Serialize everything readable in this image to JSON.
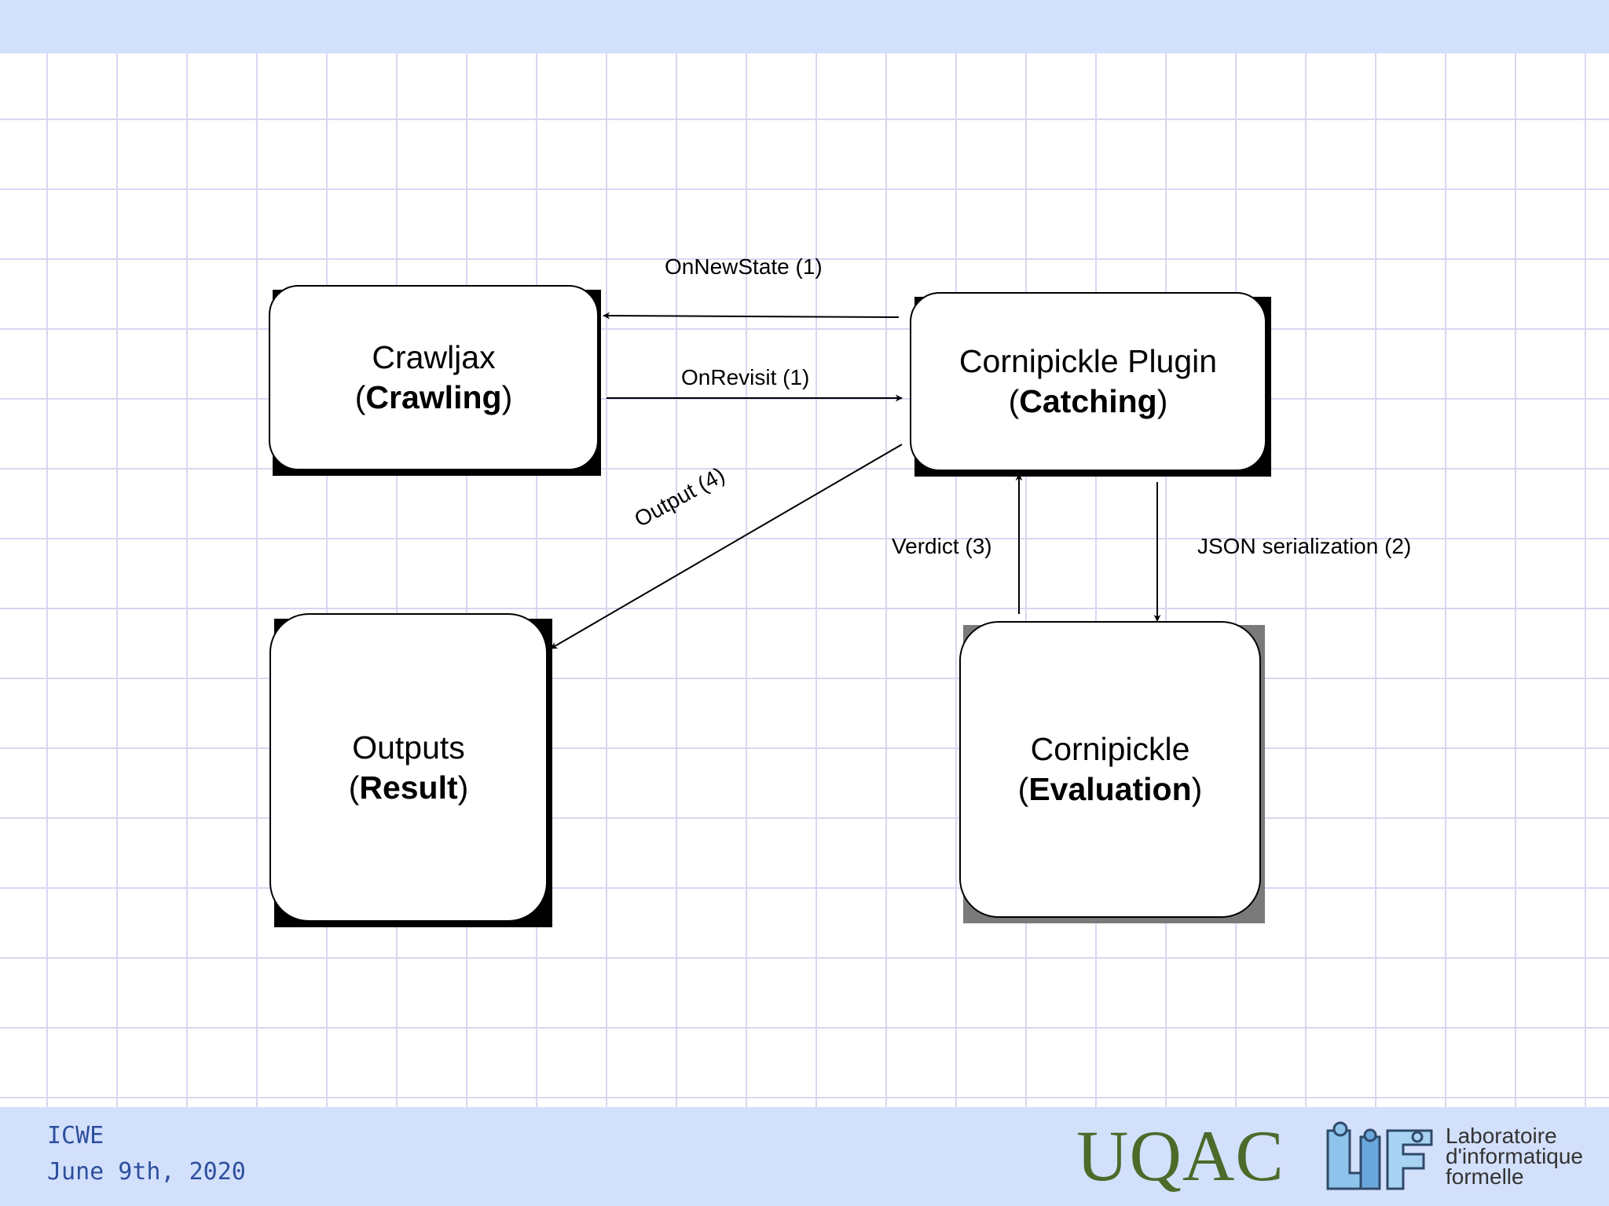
{
  "nodes": {
    "crawljax": {
      "title": "Crawljax",
      "paren_open": "(",
      "role": "Crawling",
      "paren_close": ")"
    },
    "plugin": {
      "title": "Cornipickle Plugin",
      "paren_open": "(",
      "role": "Catching",
      "paren_close": ")"
    },
    "outputs": {
      "title": "Outputs",
      "paren_open": "(",
      "role": "Result",
      "paren_close": ")"
    },
    "evaluation": {
      "title": "Cornipickle",
      "paren_open": "(",
      "role": "Evaluation",
      "paren_close": ")"
    }
  },
  "edges": {
    "on_new_state": "OnNewState (1)",
    "on_revisit": "OnRevisit (1)",
    "output": "Output (4)",
    "verdict": "Verdict (3)",
    "json_serialization": "JSON serialization (2)"
  },
  "footer": {
    "conference": "ICWE",
    "date": "June 9th, 2020",
    "university_logo": "UQAC",
    "lab_line1": "Laboratoire",
    "lab_line2": "d'informatique",
    "lab_line3": "formelle"
  },
  "colors": {
    "band": "#d3e0fb",
    "grid": "#d9d6f2",
    "footer_text": "#2e4f9e",
    "uqac_green": "#4a6b2a",
    "lif_blue": "#7fb8e6"
  }
}
